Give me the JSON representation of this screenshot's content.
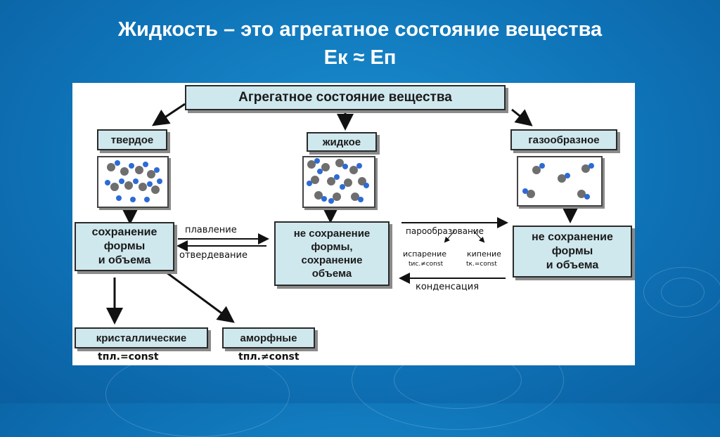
{
  "slide": {
    "title_line1": "Жидкость – это агрегатное состояние вещества",
    "title_line2": "Ек ≈ Еп"
  },
  "diagram": {
    "root": "Агрегатное состояние вещества",
    "states": {
      "solid": "твердое",
      "liquid": "жидкое",
      "gas": "газообразное"
    },
    "properties": {
      "solid": "сохранение\nформы\nи объема",
      "liquid": "не сохранение\nформы,\nсохранение\nобъема",
      "gas": "не сохранение\nформы\nи объема"
    },
    "transitions": {
      "melting": "плавление",
      "solidification": "отвердевание",
      "vaporization": "парообразование",
      "evaporation": "испарение",
      "boiling": "кипение",
      "evaporation_note": "tис.≠const",
      "boiling_note": "tк.=const",
      "condensation": "конденсация"
    },
    "solid_types": {
      "crystalline": "кристаллические",
      "amorphous": "аморфные",
      "crystalline_note": "tпл.=const",
      "amorphous_note": "tпл.≠const"
    }
  },
  "colors": {
    "background": "#1277bd",
    "box_fill": "#cfe8ee",
    "atom_gray": "#6e6e6e",
    "atom_blue": "#2c6bd6"
  }
}
